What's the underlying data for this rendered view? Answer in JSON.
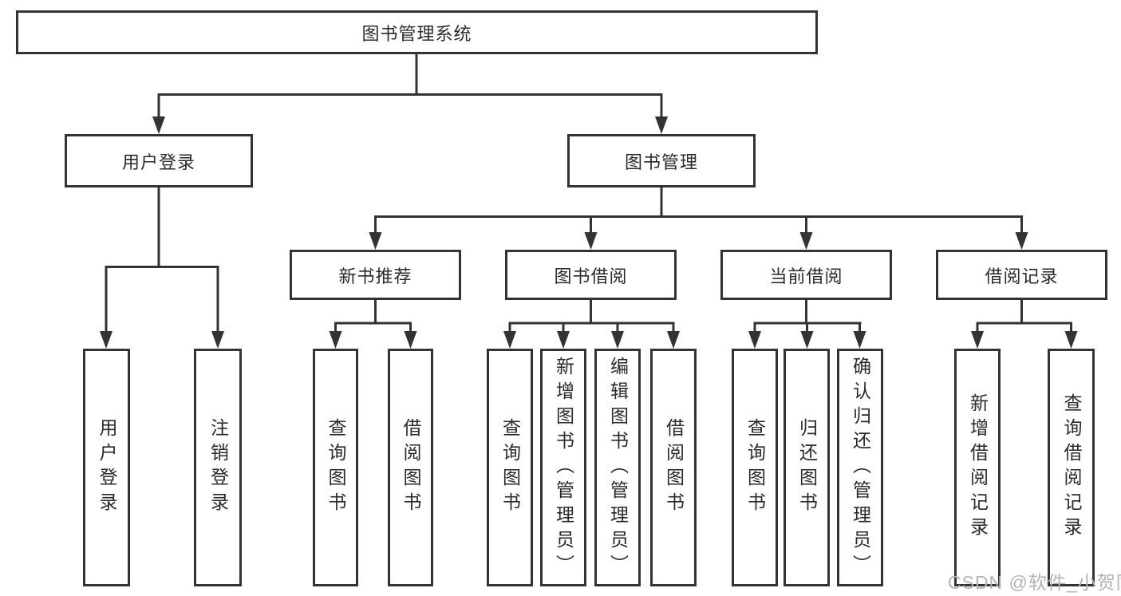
{
  "tree": {
    "root": {
      "label": "图书管理系统"
    },
    "branches": [
      {
        "label": "用户登录",
        "children": [
          {
            "label": "用户登录"
          },
          {
            "label": "注销登录"
          }
        ]
      },
      {
        "label": "图书管理",
        "children": [
          {
            "label": "新书推荐",
            "children": [
              {
                "label": "查询图书"
              },
              {
                "label": "借阅图书"
              }
            ]
          },
          {
            "label": "图书借阅",
            "children": [
              {
                "label": "查询图书"
              },
              {
                "label": "新增图书（管理员）"
              },
              {
                "label": "编辑图书（管理员）"
              },
              {
                "label": "借阅图书"
              }
            ]
          },
          {
            "label": "当前借阅",
            "children": [
              {
                "label": "查询图书"
              },
              {
                "label": "归还图书"
              },
              {
                "label": "确认归还（管理员）"
              }
            ]
          },
          {
            "label": "借阅记录",
            "children": [
              {
                "label": "新增借阅记录"
              },
              {
                "label": "查询借阅记录"
              }
            ]
          }
        ]
      }
    ]
  },
  "watermark": "CSDN @软件_小贺同学",
  "colors": {
    "line": "#333333",
    "box_border": "#333333",
    "text": "#2a2a2a",
    "watermark": "#b3b3b3",
    "background": "#ffffff"
  }
}
